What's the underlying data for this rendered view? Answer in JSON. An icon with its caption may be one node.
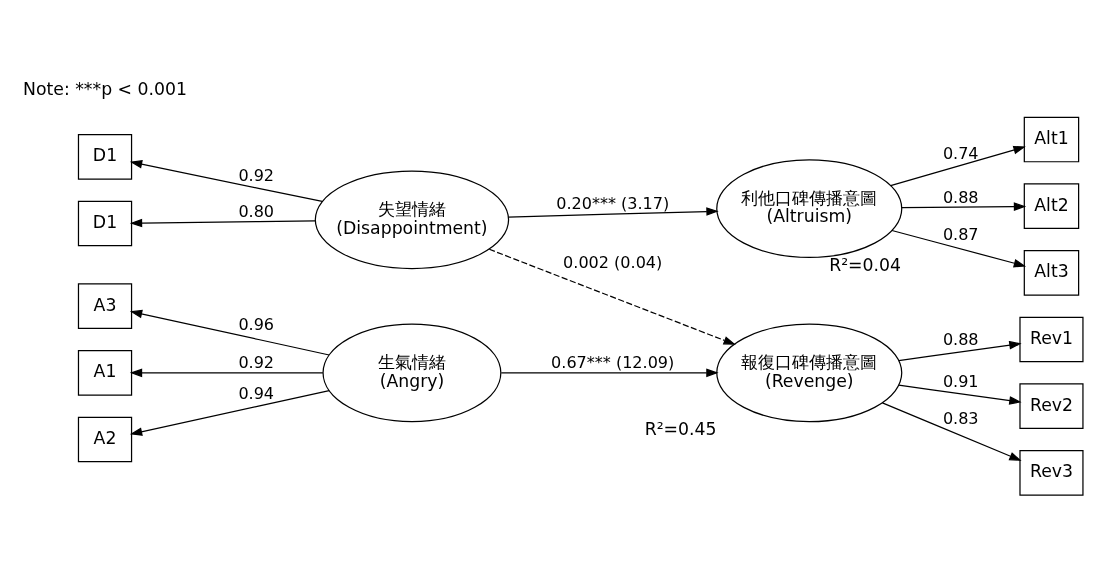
{
  "diagram": {
    "nodes": [
      {
        "text": [
          "D1"
        ]
      },
      {
        "text": [
          "D1"
        ]
      },
      {
        "text": [
          "失望情緒",
          "(Disappointment)"
        ]
      },
      {
        "text": [
          "利他口碑傳播意圖",
          "(Altruism)"
        ],
        "beside": [
          "R²=0.04"
        ]
      },
      {
        "text": [
          "Alt1"
        ]
      },
      {
        "text": [
          "Alt2"
        ]
      },
      {
        "text": [
          "Alt3"
        ]
      },
      {
        "text": [
          "A1"
        ]
      },
      {
        "text": [
          "A2"
        ]
      },
      {
        "text": [
          "A3"
        ]
      },
      {
        "text": [
          "生氣情緒",
          "(Angry)"
        ]
      },
      {
        "text": [
          "報復口碑傳播意圖",
          "(Revenge)"
        ],
        "beside": [
          "R²=0.45"
        ]
      },
      {
        "text": [
          "Rev1"
        ]
      },
      {
        "text": [
          "Rev2"
        ]
      },
      {
        "text": [
          "Rev3"
        ]
      }
    ],
    "edges": [
      {
        "from": 2,
        "to": 0,
        "arrow": "to",
        "label": "0.80"
      },
      {
        "from": 2,
        "to": 1,
        "arrow": "to",
        "label": "0.92"
      },
      {
        "from": 2,
        "to": 3,
        "arrow": "to",
        "label": "0.20*** (3.17)"
      },
      {
        "from": 3,
        "to": 4,
        "arrow": "to",
        "label": "0.74"
      },
      {
        "from": 3,
        "to": 5,
        "arrow": "to",
        "label": "0.88"
      },
      {
        "from": 3,
        "to": 6,
        "arrow": "to",
        "label": "0.87"
      },
      {
        "from": 2,
        "to": 11,
        "arrow": "to",
        "label": "0.002 (0.04)",
        "style": "dashed"
      },
      {
        "from": 10,
        "to": 7,
        "arrow": "to",
        "label": "0.92"
      },
      {
        "from": 10,
        "to": 8,
        "arrow": "to",
        "label": "0.94"
      },
      {
        "from": 10,
        "to": 9,
        "arrow": "to",
        "label": "0.96"
      },
      {
        "from": 10,
        "to": 11,
        "arrow": "to",
        "label": "0.67*** (12.09)"
      },
      {
        "from": 11,
        "to": 12,
        "arrow": "to",
        "label": "0.88"
      },
      {
        "from": 11,
        "to": 13,
        "arrow": "to",
        "label": "0.91"
      },
      {
        "from": 11,
        "to": 14,
        "arrow": "to",
        "label": "0.83"
      }
    ],
    "labels": [
      "Note: ***p < 0.001"
    ]
  }
}
